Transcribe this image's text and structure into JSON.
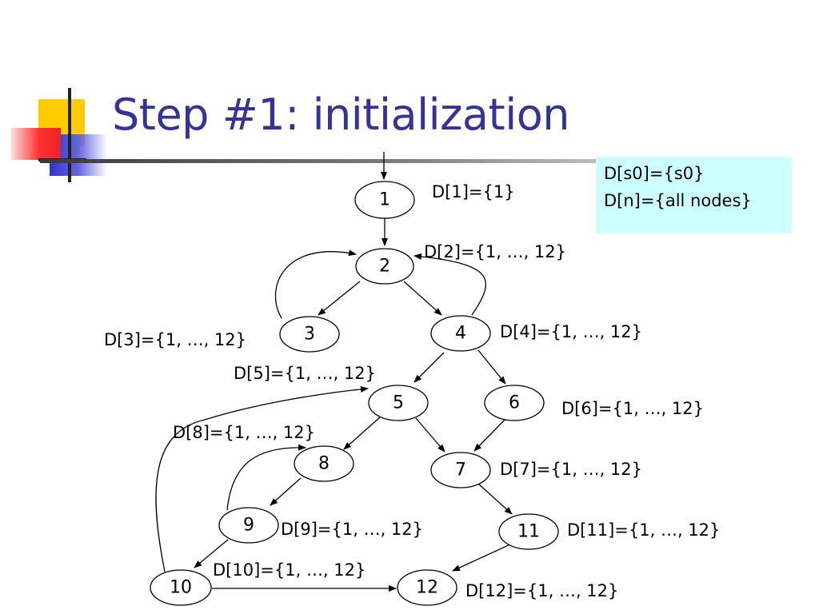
{
  "slide": {
    "title": "Step #1: initialization",
    "colors": {
      "title": "#333399",
      "box": "#ccffff",
      "yellow": "#ffcc00",
      "red": "#ff3333",
      "blue": "#3333cc"
    }
  },
  "info_box": {
    "line1": "D[s0]={s0}",
    "line2": "D[n]={all nodes}"
  },
  "graph": {
    "nodes": [
      {
        "id": "1",
        "label": "1",
        "dom": "D[1]={1}"
      },
      {
        "id": "2",
        "label": "2",
        "dom": "D[2]={1, …, 12}"
      },
      {
        "id": "3",
        "label": "3",
        "dom": "D[3]={1, …, 12}"
      },
      {
        "id": "4",
        "label": "4",
        "dom": "D[4]={1, …, 12}"
      },
      {
        "id": "5",
        "label": "5",
        "dom": "D[5]={1, …, 12}"
      },
      {
        "id": "6",
        "label": "6",
        "dom": "D[6]={1, …, 12}"
      },
      {
        "id": "7",
        "label": "7",
        "dom": "D[7]={1, …, 12}"
      },
      {
        "id": "8",
        "label": "8",
        "dom": "D[8]={1, …, 12}"
      },
      {
        "id": "9",
        "label": "9",
        "dom": "D[9]={1, …, 12}"
      },
      {
        "id": "10",
        "label": "10",
        "dom": "D[10]={1, …, 12}"
      },
      {
        "id": "11",
        "label": "11",
        "dom": "D[11]={1, …, 12}"
      },
      {
        "id": "12",
        "label": "12",
        "dom": "D[12]={1, …, 12}"
      }
    ],
    "edges": [
      {
        "from": "entry",
        "to": "1"
      },
      {
        "from": "1",
        "to": "2"
      },
      {
        "from": "2",
        "to": "3"
      },
      {
        "from": "2",
        "to": "4"
      },
      {
        "from": "3",
        "to": "2"
      },
      {
        "from": "4",
        "to": "2"
      },
      {
        "from": "4",
        "to": "5"
      },
      {
        "from": "4",
        "to": "6"
      },
      {
        "from": "5",
        "to": "8"
      },
      {
        "from": "5",
        "to": "7"
      },
      {
        "from": "6",
        "to": "7"
      },
      {
        "from": "8",
        "to": "9"
      },
      {
        "from": "9",
        "to": "8"
      },
      {
        "from": "9",
        "to": "10"
      },
      {
        "from": "10",
        "to": "5"
      },
      {
        "from": "10",
        "to": "12"
      },
      {
        "from": "7",
        "to": "11"
      },
      {
        "from": "11",
        "to": "12"
      }
    ]
  }
}
